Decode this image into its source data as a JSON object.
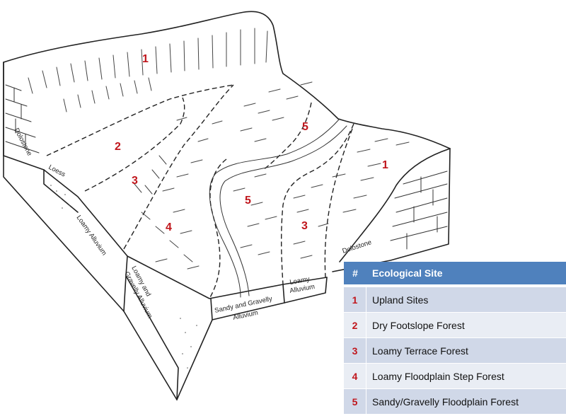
{
  "zone_labels": {
    "upland_left": "1",
    "upland_right": "1",
    "dry_footslope": "2",
    "terrace_left": "3",
    "terrace_right": "3",
    "floodplain_step": "4",
    "sandy_top": "5",
    "sandy_center": "5"
  },
  "geology_labels": {
    "dolostone_left": "Dolostone",
    "loess": "Loess",
    "loamy_alluvium": "Loamy Alluvium",
    "loamy_gravelly_1": "Loamy and",
    "loamy_gravelly_2": "Gravelly Alluvium",
    "sandy_gravelly_1": "Sandy and Gravelly",
    "sandy_gravelly_2": "Alluvium",
    "loamy_alluvium_front_1": "Loamy",
    "loamy_alluvium_front_2": "Alluvium",
    "dolostone_right": "Dolostone"
  },
  "legend": {
    "header_num": "#",
    "header_site": "Ecological Site",
    "rows": [
      {
        "num": "1",
        "site": "Upland Sites"
      },
      {
        "num": "2",
        "site": "Dry Footslope Forest"
      },
      {
        "num": "3",
        "site": "Loamy Terrace Forest"
      },
      {
        "num": "4",
        "site": "Loamy Floodplain Step Forest"
      },
      {
        "num": "5",
        "site": "Sandy/Gravelly Floodplain Forest"
      }
    ]
  },
  "colors": {
    "number_red": "#c0161c",
    "header_blue": "#4f81bd",
    "row_dark": "#d0d8e8",
    "row_light": "#e9edf4"
  }
}
